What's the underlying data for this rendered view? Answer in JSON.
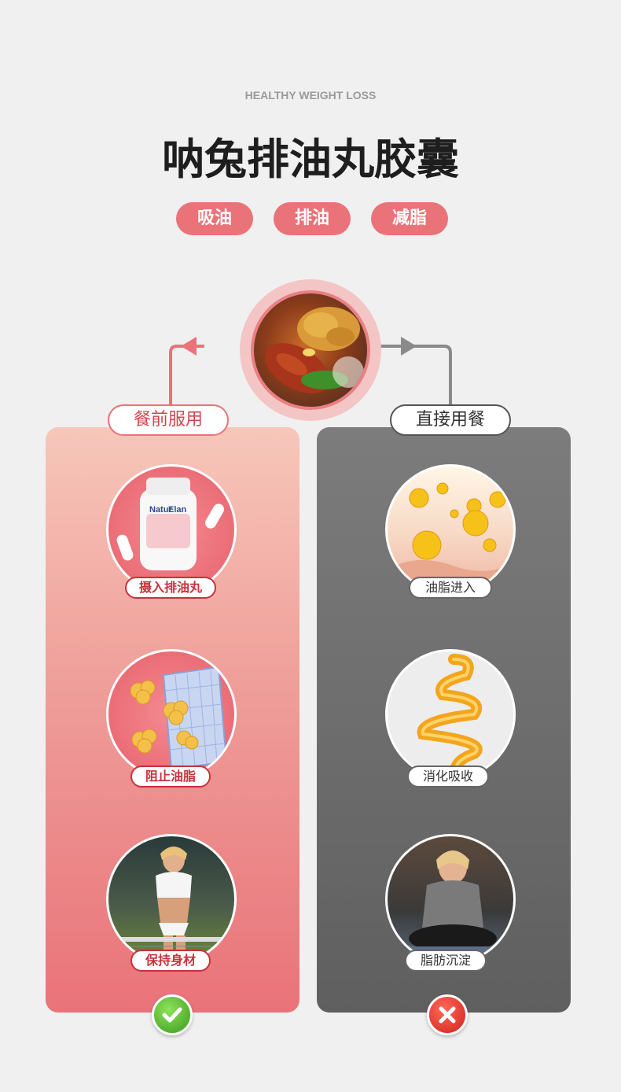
{
  "header": {
    "eyebrow": "HEALTHY WEIGHT LOSS",
    "title": "呐兔排油丸胶囊"
  },
  "pills": [
    "吸油",
    "排油",
    "减脂"
  ],
  "colors": {
    "accent": "#e97379",
    "accent_dark": "#c8323c",
    "panel_right": "#6a6a6a",
    "background": "#f0f0f0"
  },
  "left_path": {
    "label": "餐前服用",
    "steps": [
      "摄入排油丸",
      "阻止油脂",
      "保持身材"
    ],
    "result_icon": "check-icon"
  },
  "right_path": {
    "label": "直接用餐",
    "steps": [
      "油脂进入",
      "消化吸收",
      "脂肪沉淀"
    ],
    "result_icon": "cross-icon"
  },
  "product": {
    "brand_lines": [
      "Natur",
      "Elan"
    ]
  }
}
